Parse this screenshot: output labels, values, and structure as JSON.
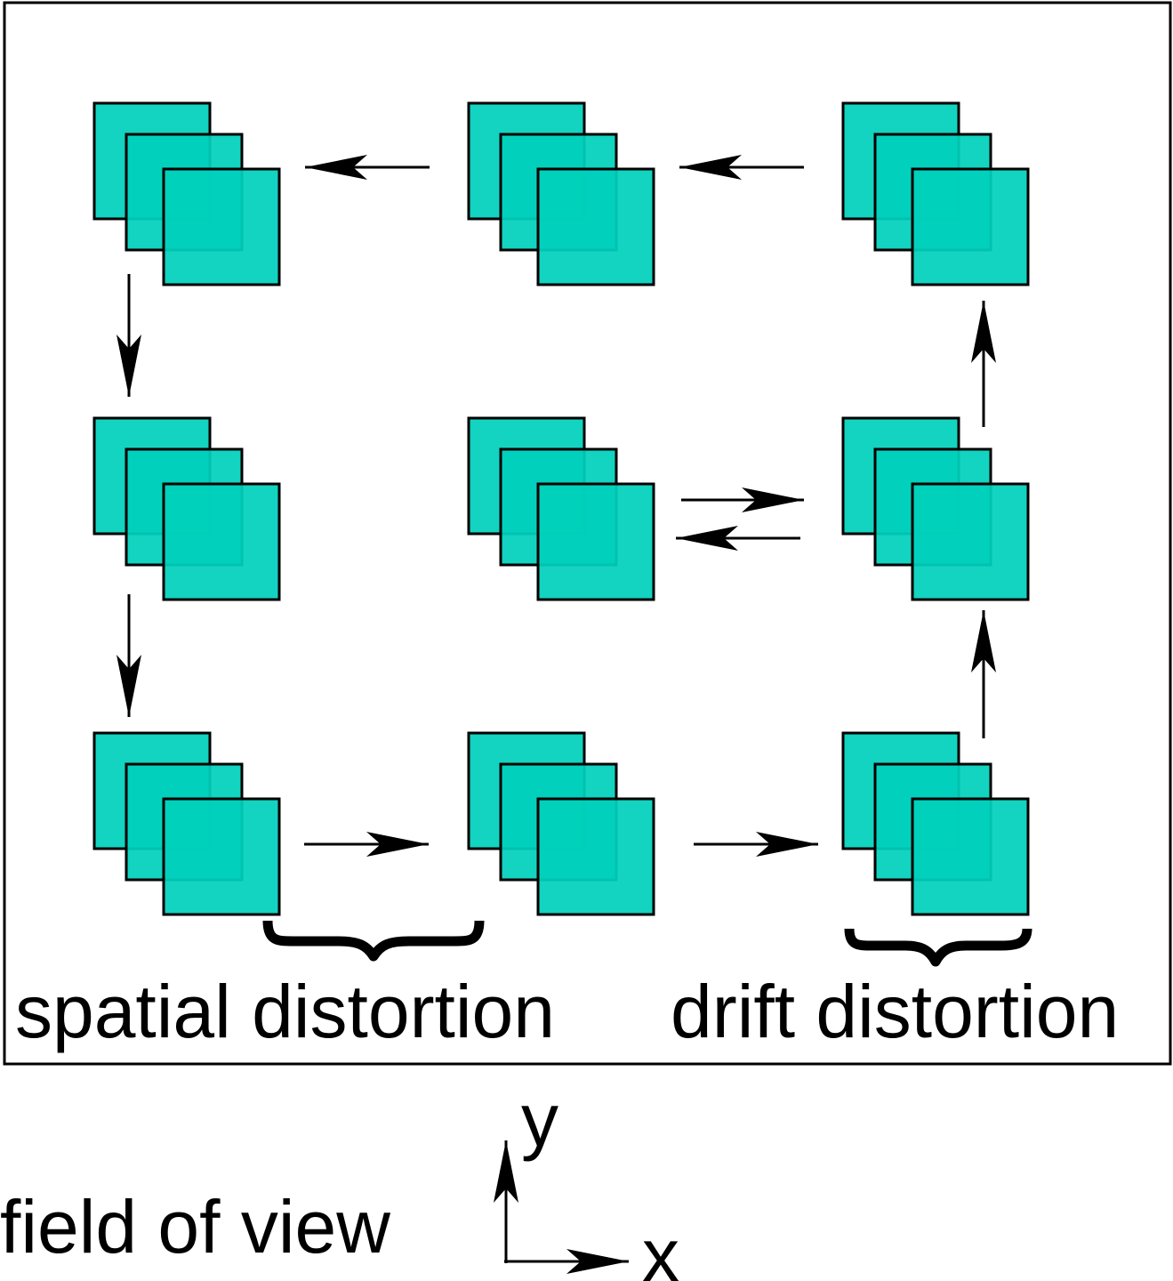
{
  "labels": {
    "spatial": "spatial distortion",
    "drift": "drift distortion",
    "field": "field of view",
    "x_axis": "x",
    "y_axis": "y"
  },
  "grid": {
    "rows": 3,
    "cols": 3,
    "frames_per_stack": 3
  },
  "colors": {
    "frame_fill": "#00d1bb",
    "stroke": "#000000",
    "background": "#ffffff"
  }
}
